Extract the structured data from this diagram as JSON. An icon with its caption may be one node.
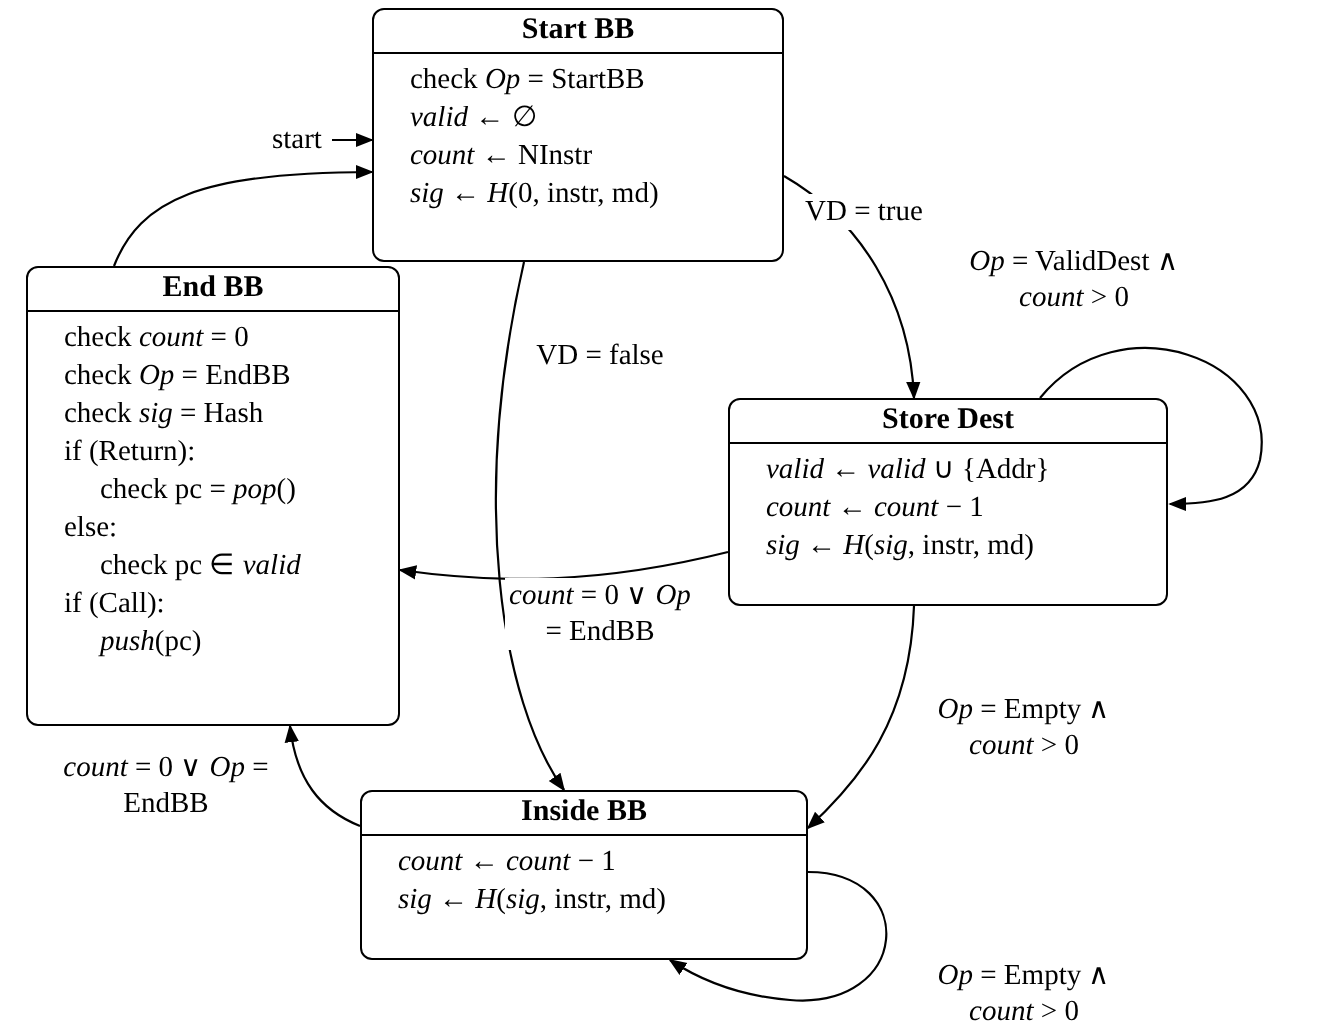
{
  "diagram": {
    "nodes": [
      {
        "text": [
          "start"
        ]
      },
      {
        "text": [
          "Start BB",
          "check *Op* = StartBB",
          "*valid* ← ∅",
          "*count* ← NInstr",
          "*sig* ← *H*(0, instr, md)"
        ]
      },
      {
        "text": [
          "End BB",
          "check *count* = 0",
          "check *Op* = EndBB",
          "check *sig* = Hash",
          "if (Return):",
          "check pc = *pop*()",
          "else:",
          "check pc ∈ *valid*",
          "if (Call):",
          "*push*(pc)"
        ]
      },
      {
        "text": [
          "Store Dest",
          "*valid* ← *valid* ∪ {Addr}",
          "*count* ← *count* − 1",
          "*sig* ← *H*(*sig*, instr, md)"
        ]
      },
      {
        "text": [
          "Inside BB",
          "*count* ← *count* − 1",
          "*sig* ← *H*(*sig*, instr, md)"
        ]
      }
    ],
    "edges": [
      {
        "from": 0,
        "to": 1,
        "arrow": "to"
      },
      {
        "from": 1,
        "to": 3,
        "arrow": "to",
        "label": "VD = true"
      },
      {
        "from": 1,
        "to": 4,
        "arrow": "to",
        "label": "VD = false"
      },
      {
        "from": 3,
        "to": 3,
        "arrow": "to",
        "label": "*Op* = ValidDest ∧ *count* > 0"
      },
      {
        "from": 3,
        "to": 2,
        "arrow": "to",
        "label": "*count* = 0 ∨ *Op* = EndBB"
      },
      {
        "from": 3,
        "to": 4,
        "arrow": "to",
        "label": "*Op* = Empty ∧ *count* > 0"
      },
      {
        "from": 4,
        "to": 2,
        "arrow": "to",
        "label": "*count* = 0 ∨ *Op* = EndBB"
      },
      {
        "from": 4,
        "to": 4,
        "arrow": "to",
        "label": "*Op* = Empty ∧ *count* > 0"
      },
      {
        "from": 2,
        "to": 1,
        "arrow": "to"
      }
    ]
  }
}
